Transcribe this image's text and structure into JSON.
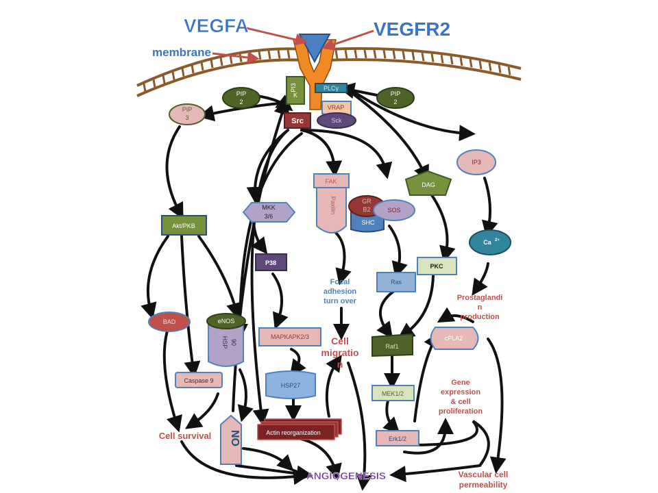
{
  "labels": {
    "vegfa": "VEGFA",
    "vegfr2": "VEGFR2",
    "membrane": "membrane",
    "pi3k_line1": "PI3",
    "pi3k_line2": "K",
    "plcg": "PLCγ",
    "pip2": "PIP",
    "pip2_sub": "2",
    "pip3": "PIP",
    "pip3_sub": "3",
    "vrap": "VRAP",
    "sck": "Sck",
    "src": "Src",
    "ip3": "IP3",
    "fak": "FAK",
    "paxilin": "Paxilin",
    "grb2_line1": "GR",
    "grb2_line2": "B2",
    "sos": "SOS",
    "shc": "SHC",
    "dag": "DAG",
    "mkk_line1": "MKK",
    "mkk_line2": "3/6",
    "akt": "Akt/PKB",
    "ca": "Ca",
    "ca_sup": "2+",
    "p38": "P38",
    "pkc": "PKC",
    "ras": "Ras",
    "focal_line1": "Focal",
    "focal_line2": "adhesion",
    "focal_line3": "turn over",
    "prostaglandin_line1": "Prostaglandi",
    "prostaglandin_line2": "n",
    "prostaglandin_line3": "production",
    "bad": "BAD",
    "enos": "eNOS",
    "hsp90_line1": "HSP",
    "hsp90_line2": "90",
    "mapkapk": "MAPKAPK2/3",
    "cell_migration_line1": "Cell",
    "cell_migration_line2": "migratio",
    "cell_migration_line3": "n",
    "raf1": "Raf1",
    "cpla2": "cPLA2",
    "caspase9": "Caspase 9",
    "hsp27": "HSP27",
    "gene_line1": "Gene",
    "gene_line2": "expression",
    "gene_line3": "& cell",
    "gene_line4": "proliferation",
    "mek": "MEK1/2",
    "cell_survival": "Cell survival",
    "no": "NO",
    "actin": "Actin reorganization",
    "erk": "Erk1/2",
    "angiogenesis": "ANGIOGENESIS",
    "vascular_line1": "Vascular cell",
    "vascular_line2": "permeability"
  },
  "colors": {
    "receptor": "#f08a24",
    "vegfa_ligand": "#4a7fc0",
    "blue_title": "#3b74c4",
    "olive": "#76923c",
    "dark_olive": "#4f6228",
    "teal": "#31859c",
    "pink": "#e6b9b8",
    "light_blue": "#95b3d7",
    "purple_dark": "#5f497a",
    "lavender": "#b3a2c7",
    "red_dark": "#953734",
    "maroon": "#7b2222",
    "red_text": "#c0504d",
    "purple_text": "#7030a0",
    "light_green": "#d7e4bd",
    "sky": "#8db3e2"
  },
  "icons": [
    "membrane-bilayer",
    "receptor-y-shape",
    "ligand-triangle"
  ]
}
